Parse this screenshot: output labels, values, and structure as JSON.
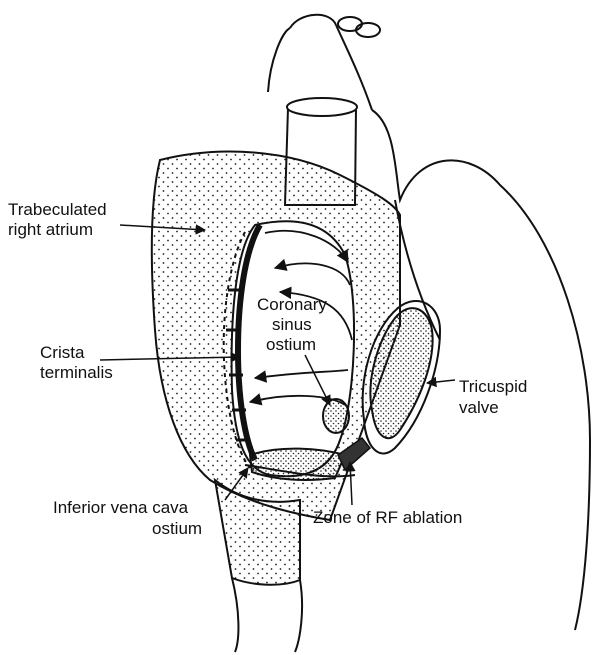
{
  "labels": {
    "trabeculated_line1": "Trabeculated",
    "trabeculated_line2": "right atrium",
    "crista_line1": "Crista",
    "crista_line2": "terminalis",
    "coronary_line1": "Coronary",
    "coronary_line2": "sinus",
    "coronary_line3": "ostium",
    "tricuspid_line1": "Tricuspid",
    "tricuspid_line2": "valve",
    "ivc_line1": "Inferior vena cava",
    "ivc_line2": "ostium",
    "rf_zone": "Zone of RF ablation"
  }
}
